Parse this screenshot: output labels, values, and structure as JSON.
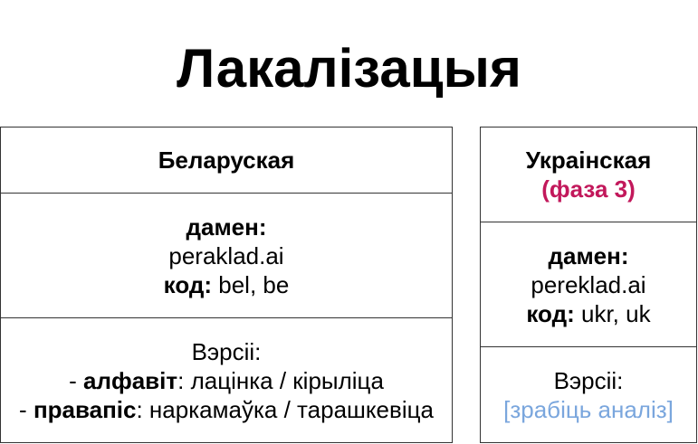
{
  "title": "Лакалізацыя",
  "colors": {
    "border": "#333333",
    "phase": "#c2185b",
    "todo": "#7aa6dd"
  },
  "belarusian": {
    "name": "Беларуская",
    "domain_label": "дамен:",
    "domain": "peraklad.ai",
    "code_label": "код:",
    "code": " bel, be",
    "versions_label": "Вэрсіі:",
    "alphabet_prefix": "- ",
    "alphabet_label": "алфавіт",
    "alphabet_value": ": лацінка / кірыліца",
    "orthography_prefix": "- ",
    "orthography_label": "правапіс",
    "orthography_value": ": наркамаўка / тарашкевіца"
  },
  "ukrainian": {
    "name": "Украінская",
    "phase": "(фаза 3)",
    "domain_label": "дамен:",
    "domain": "pereklad.ai",
    "code_label": "код:",
    "code": " ukr, uk",
    "versions_label": "Вэрсіі:",
    "versions_todo": "[зрабіць аналіз]"
  }
}
